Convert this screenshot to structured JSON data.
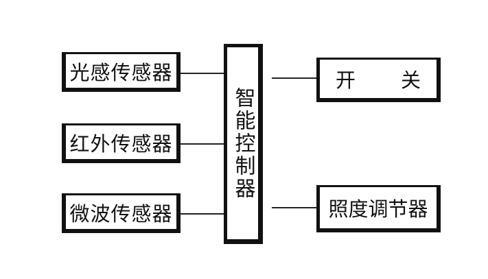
{
  "diagram": {
    "sensors": [
      {
        "label": "光感传感器"
      },
      {
        "label": "红外传感器"
      },
      {
        "label": "微波传感器"
      }
    ],
    "controller": {
      "label": "智能控制器"
    },
    "outputs": [
      {
        "label": "开关"
      },
      {
        "label": "照度调节器"
      }
    ]
  }
}
